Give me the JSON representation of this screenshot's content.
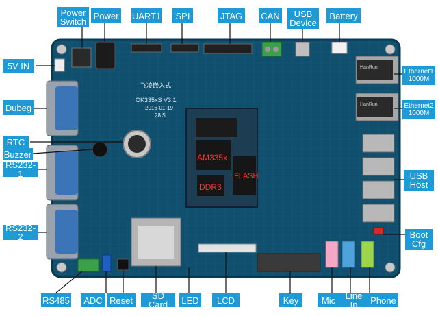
{
  "board": {
    "model": "OK335xS V3.1",
    "date": "2016-01-19",
    "rev": "28 $",
    "brand": "飞凌嵌入式",
    "cpu_label": "AM335x",
    "flash_label": "FLASH",
    "ddr_label": "DDR3",
    "connector_texts": [
      "HanRun",
      "HanRun"
    ]
  },
  "labels": {
    "power_switch": "Power\nSwitch",
    "power": "Power",
    "uart1": "UART1",
    "spi": "SPI",
    "jtag": "JTAG",
    "can": "CAN",
    "usb_device": "USB\nDevice",
    "battery": "Battery",
    "five_v_in": "5V IN",
    "dubeg": "Dubeg",
    "rtc": "RTC",
    "buzzer": "Buzzer",
    "rs232_1": "RS232-1",
    "rs232_2": "RS232-2",
    "rs485": "RS485",
    "adc": "ADC",
    "reset": "Reset",
    "sd_card": "SD Card",
    "led": "LED",
    "lcd": "LCD",
    "key": "Key",
    "mic": "Mic",
    "line_in": "Line In",
    "phone": "Phone",
    "ethernet1": "Ethernet1\n1000M",
    "ethernet2": "Ethernet2\n1000M",
    "usb_host": "USB\nHost",
    "boot_cfg": "Boot\nCfg"
  },
  "colors": {
    "label_bg": "#1e9ad6",
    "board": "#0f4f6e",
    "board_edge": "#0a3a52",
    "leader": "#111111"
  }
}
